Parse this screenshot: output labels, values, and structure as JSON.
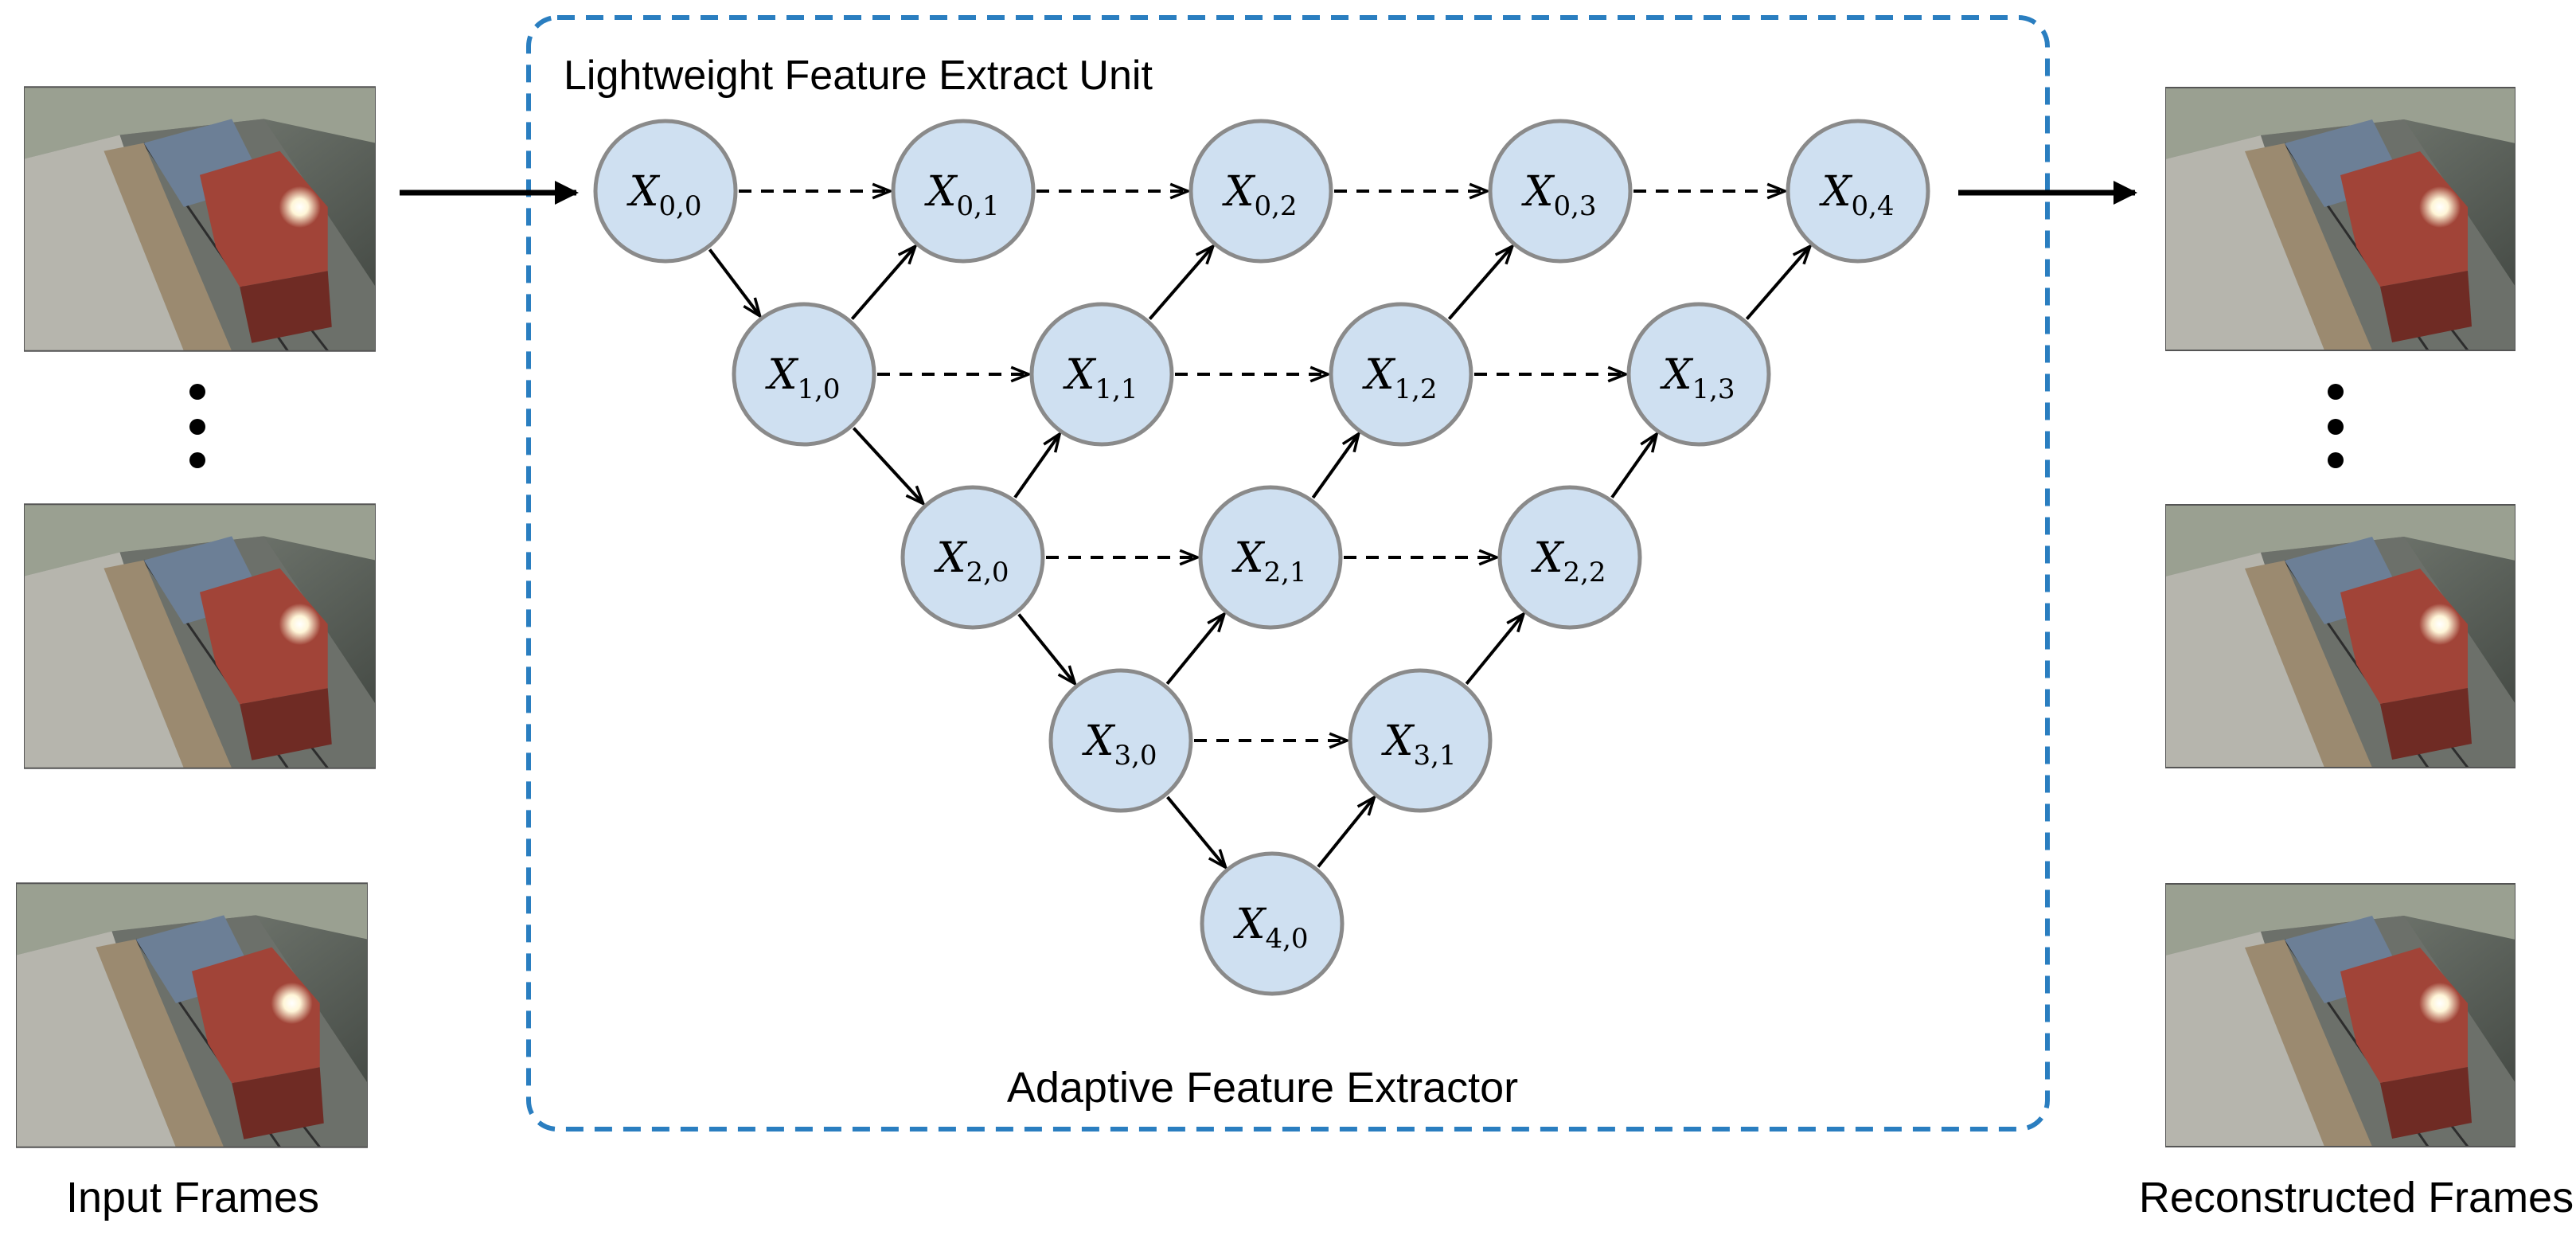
{
  "labels": {
    "unit_title": "Lightweight Feature Extract Unit",
    "extractor_title": "Adaptive Feature Extractor",
    "input_caption": "Input Frames",
    "output_caption": "Reconstructed Frames"
  },
  "colors": {
    "node_fill": "#cfe0f1",
    "node_stroke": "#8a8a8a",
    "box_stroke": "#2a7ec0",
    "arrow": "#000000"
  },
  "nodes": [
    {
      "id": "X00",
      "base": "X",
      "sub": "0,0"
    },
    {
      "id": "X01",
      "base": "X",
      "sub": "0,1"
    },
    {
      "id": "X02",
      "base": "X",
      "sub": "0,2"
    },
    {
      "id": "X03",
      "base": "X",
      "sub": "0,3"
    },
    {
      "id": "X04",
      "base": "X",
      "sub": "0,4"
    },
    {
      "id": "X10",
      "base": "X",
      "sub": "1,0"
    },
    {
      "id": "X11",
      "base": "X",
      "sub": "1,1"
    },
    {
      "id": "X12",
      "base": "X",
      "sub": "1,2"
    },
    {
      "id": "X13",
      "base": "X",
      "sub": "1,3"
    },
    {
      "id": "X20",
      "base": "X",
      "sub": "2,0"
    },
    {
      "id": "X21",
      "base": "X",
      "sub": "2,1"
    },
    {
      "id": "X22",
      "base": "X",
      "sub": "2,2"
    },
    {
      "id": "X30",
      "base": "X",
      "sub": "3,0"
    },
    {
      "id": "X31",
      "base": "X",
      "sub": "3,1"
    },
    {
      "id": "X40",
      "base": "X",
      "sub": "4,0"
    }
  ],
  "edges": [
    {
      "from": "X00",
      "to": "X01",
      "style": "dashed"
    },
    {
      "from": "X01",
      "to": "X02",
      "style": "dashed"
    },
    {
      "from": "X02",
      "to": "X03",
      "style": "dashed"
    },
    {
      "from": "X03",
      "to": "X04",
      "style": "dashed"
    },
    {
      "from": "X10",
      "to": "X11",
      "style": "dashed"
    },
    {
      "from": "X11",
      "to": "X12",
      "style": "dashed"
    },
    {
      "from": "X12",
      "to": "X13",
      "style": "dashed"
    },
    {
      "from": "X20",
      "to": "X21",
      "style": "dashed"
    },
    {
      "from": "X21",
      "to": "X22",
      "style": "dashed"
    },
    {
      "from": "X30",
      "to": "X31",
      "style": "dashed"
    },
    {
      "from": "X00",
      "to": "X10",
      "style": "solid"
    },
    {
      "from": "X10",
      "to": "X20",
      "style": "solid"
    },
    {
      "from": "X20",
      "to": "X30",
      "style": "solid"
    },
    {
      "from": "X30",
      "to": "X40",
      "style": "solid"
    },
    {
      "from": "X10",
      "to": "X01",
      "style": "solid"
    },
    {
      "from": "X11",
      "to": "X02",
      "style": "solid"
    },
    {
      "from": "X12",
      "to": "X03",
      "style": "solid"
    },
    {
      "from": "X13",
      "to": "X04",
      "style": "solid"
    },
    {
      "from": "X20",
      "to": "X11",
      "style": "solid"
    },
    {
      "from": "X21",
      "to": "X12",
      "style": "solid"
    },
    {
      "from": "X22",
      "to": "X13",
      "style": "solid"
    },
    {
      "from": "X30",
      "to": "X21",
      "style": "solid"
    },
    {
      "from": "X31",
      "to": "X22",
      "style": "solid"
    },
    {
      "from": "X40",
      "to": "X31",
      "style": "solid"
    }
  ],
  "frames": {
    "input": [
      "input-frame-1",
      "input-frame-2",
      "input-frame-3"
    ],
    "output": [
      "output-frame-1",
      "output-frame-2",
      "output-frame-3"
    ]
  }
}
